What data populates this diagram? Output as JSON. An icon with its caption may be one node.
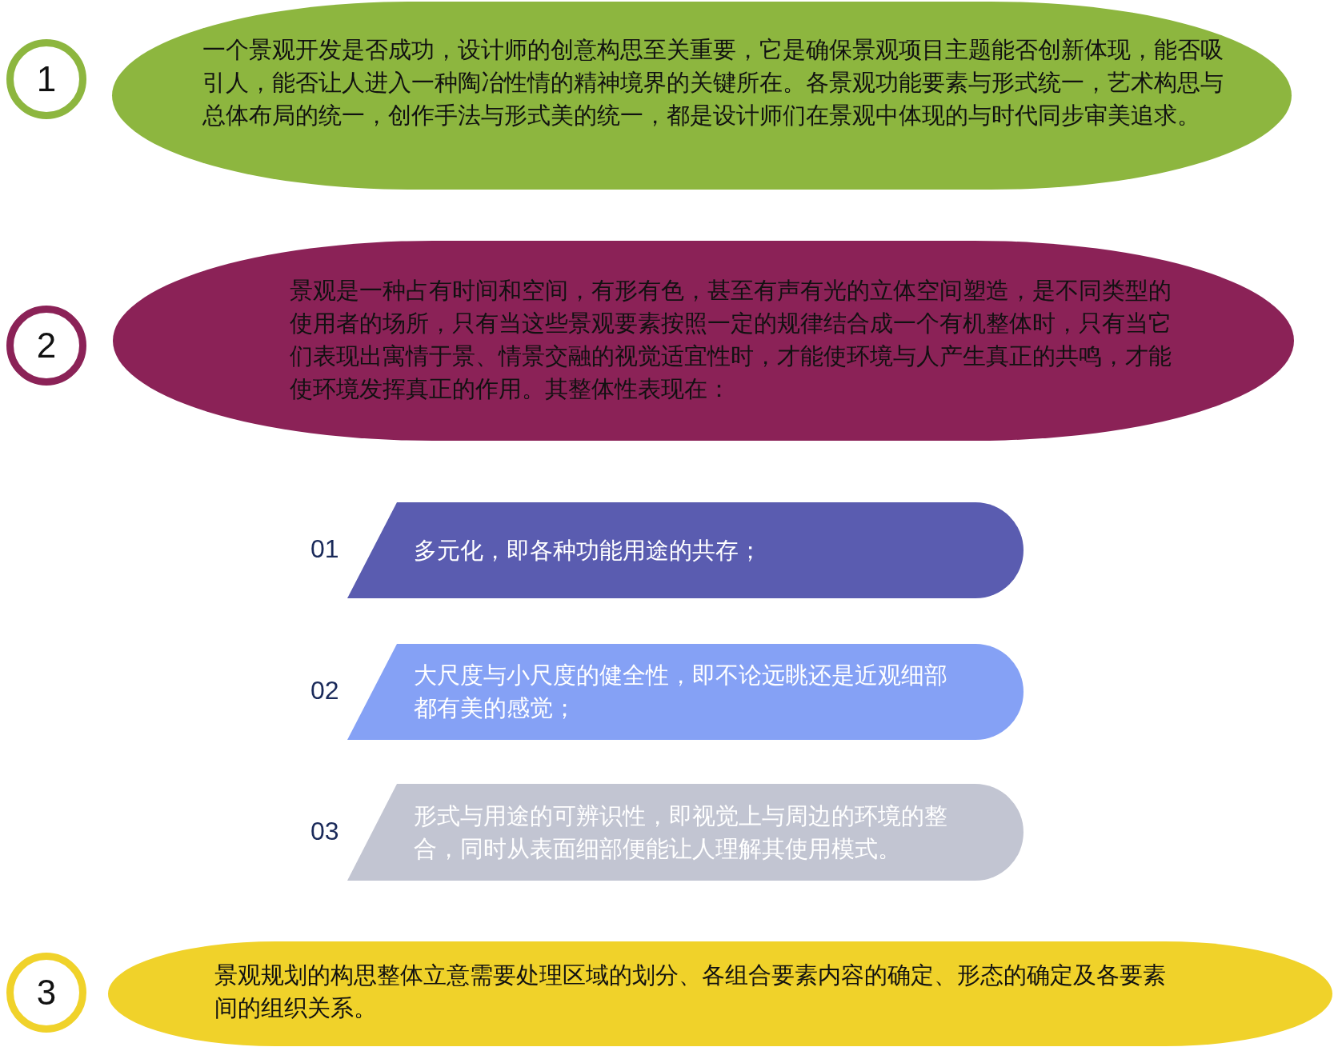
{
  "diagram": {
    "nodes": [
      {
        "text": [
          "1"
        ]
      },
      {
        "text": [
          "一个景观开发是否成功，设计师的创意构思至关重要，它是确保景观项目主题能否创新体现，能否吸引人，能否让人进入一种陶冶性情的精神境界的关键所在。各景观功能要素与形式统一，艺术构思与总体布局的统一，创作手法与形式美的统一，都是设计师们在景观中体现的与时代同步审美追求。"
        ]
      },
      {
        "text": [
          "2"
        ]
      },
      {
        "text": [
          "景观是一种占有时间和空间，有形有色，甚至有声有光的立体空间塑造，是不同类型的使用者的场所，只有当这些景观要素按照一定的规律结合成一个有机整体时，只有当它们表现出寓情于景、情景交融的视觉适宜性时，才能使环境与人产生真正的共鸣，才能使环境发挥真正的作用。其整体性表现在："
        ]
      },
      {
        "text": [
          "多元化，即各种功能用途的共存；"
        ],
        "beside": [
          "01"
        ]
      },
      {
        "text": [
          "大尺度与小尺度的健全性，即不论远眺还是近观细部都有美的感觉；"
        ],
        "beside": [
          "02"
        ]
      },
      {
        "text": [
          "形式与用途的可辨识性，即视觉上与周边的环境的整合，同时从表面细部便能让人理解其使用模式。"
        ],
        "beside": [
          "03"
        ]
      },
      {
        "text": [
          "3"
        ]
      },
      {
        "text": [
          "景观规划的构思整体立意需要处理区域的划分、各组合要素内容的确定、形态的确定及各要素间的组织关系。"
        ]
      }
    ]
  }
}
